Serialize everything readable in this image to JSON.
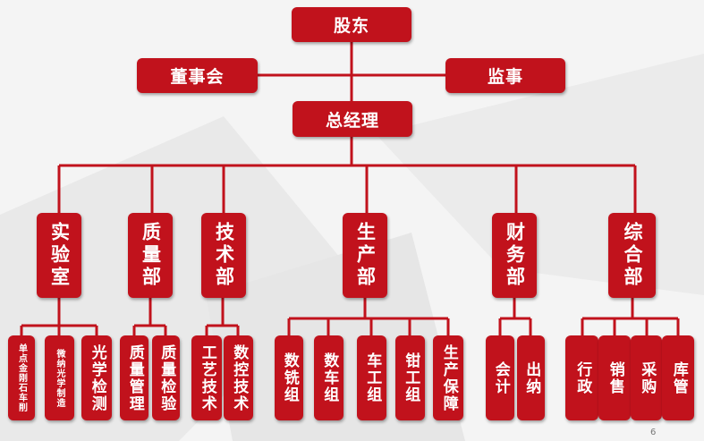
{
  "top": {
    "shareholder": "股东",
    "board": "董事会",
    "supervisor": "监事",
    "gm": "总经理"
  },
  "depts": {
    "lab": "实验室",
    "quality": "质量部",
    "tech": "技术部",
    "production": "生产部",
    "finance": "财务部",
    "general": "综合部"
  },
  "subs": {
    "lab": [
      "单点金刚石车削",
      "微纳光学制造",
      "光学检测"
    ],
    "quality": [
      "质量管理",
      "质量检验"
    ],
    "tech": [
      "工艺技术",
      "数控技术"
    ],
    "production": [
      "数铣组",
      "数车组",
      "车工组",
      "钳工组",
      "生产保障"
    ],
    "finance": [
      "会计",
      "出纳"
    ],
    "general": [
      "行政",
      "销售",
      "采购",
      "库管"
    ]
  },
  "page_number": "6",
  "colors": {
    "box": "#c1121c",
    "line": "#c1121c"
  }
}
